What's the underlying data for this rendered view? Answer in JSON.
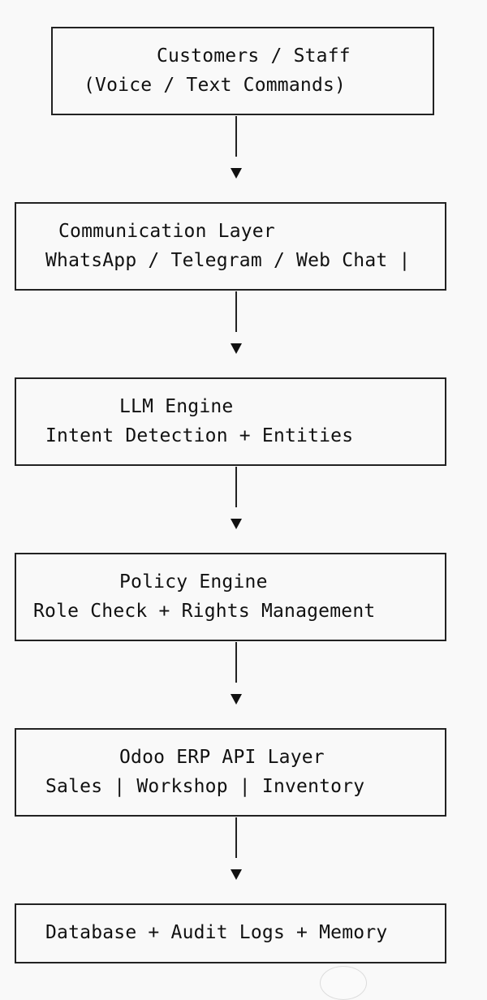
{
  "nodes": [
    {
      "id": "customers",
      "lines": [
        "Customers / Staff",
        "(Voice / Text Commands)"
      ]
    },
    {
      "id": "communication",
      "lines": [
        "Communication Layer",
        "WhatsApp / Telegram / Web Chat |"
      ]
    },
    {
      "id": "llm",
      "lines": [
        "LLM Engine",
        "Intent Detection + Entities"
      ]
    },
    {
      "id": "policy",
      "lines": [
        "Policy Engine",
        "Role Check + Rights Management"
      ]
    },
    {
      "id": "odoo",
      "lines": [
        "Odoo ERP API Layer",
        "Sales | Workshop | Inventory"
      ]
    },
    {
      "id": "database",
      "lines": [
        "Database + Audit Logs + Memory"
      ]
    }
  ],
  "edges": [
    {
      "from": "customers",
      "to": "communication"
    },
    {
      "from": "communication",
      "to": "llm"
    },
    {
      "from": "llm",
      "to": "policy"
    },
    {
      "from": "policy",
      "to": "odoo"
    },
    {
      "from": "odoo",
      "to": "database"
    }
  ]
}
